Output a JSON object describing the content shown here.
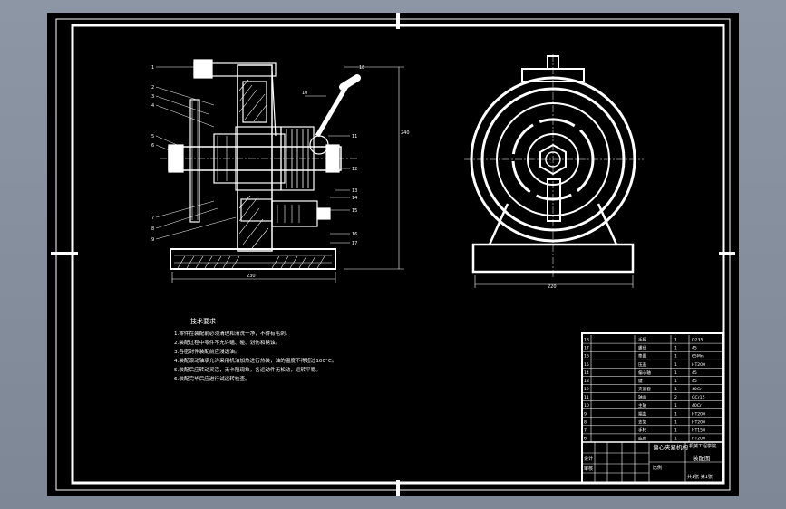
{
  "colors": {
    "background": "#8c96a4",
    "canvas": "#000000",
    "line": "#ffffff",
    "marker": "#ffffff"
  },
  "drawing": {
    "front_view": {
      "overall_width": "230",
      "overall_height": "240",
      "balloons": [
        "1",
        "2",
        "3",
        "4",
        "5",
        "6",
        "7",
        "8",
        "9",
        "10",
        "11",
        "12",
        "13",
        "14",
        "15",
        "16",
        "17",
        "18"
      ]
    },
    "side_view": {
      "overall_width": "220"
    }
  },
  "technical_requirements": {
    "title": "技术要求",
    "lines": [
      "1.零件在装配前必须清理和清洗干净，不得有毛刺。",
      "2.装配过程中零件不允许磕、碰、划伤和锈蚀。",
      "3.各密封件装配前应浸透油。",
      "4.装配滚动轴承允许采用机油加热进行热装，油的温度不得超过100°C。",
      "5.装配后应转动灵活，无卡阻现象，各运动件无松动，运转平稳。",
      "6.装配完毕后应进行试运转检查。"
    ]
  },
  "title_block": {
    "parts_rows": [
      {
        "no": "18",
        "name": "手柄",
        "qty": "1",
        "material": "Q235"
      },
      {
        "no": "17",
        "name": "螺母",
        "qty": "1",
        "material": "45"
      },
      {
        "no": "16",
        "name": "垫圈",
        "qty": "1",
        "material": "65Mn"
      },
      {
        "no": "15",
        "name": "压盖",
        "qty": "1",
        "material": "HT200"
      },
      {
        "no": "14",
        "name": "偏心轴",
        "qty": "1",
        "material": "45"
      },
      {
        "no": "13",
        "name": "键",
        "qty": "1",
        "material": "45"
      },
      {
        "no": "12",
        "name": "夹紧套",
        "qty": "1",
        "material": "40Cr"
      },
      {
        "no": "11",
        "name": "轴承",
        "qty": "2",
        "material": "GCr15"
      },
      {
        "no": "10",
        "name": "主轴",
        "qty": "1",
        "material": "40Cr"
      },
      {
        "no": "9",
        "name": "端盖",
        "qty": "1",
        "material": "HT200"
      },
      {
        "no": "8",
        "name": "支架",
        "qty": "1",
        "material": "HT200"
      },
      {
        "no": "7",
        "name": "手轮",
        "qty": "1",
        "material": "HT150"
      },
      {
        "no": "6",
        "name": "底座",
        "qty": "1",
        "material": "HT200"
      }
    ],
    "drawing_name": "偏心夹紧机构",
    "school": "机械工程学院",
    "drawing_no": "装配图",
    "scale_label": "比例",
    "sheet_label": "共1张 第1张",
    "designer_label": "设计",
    "checker_label": "审核"
  }
}
